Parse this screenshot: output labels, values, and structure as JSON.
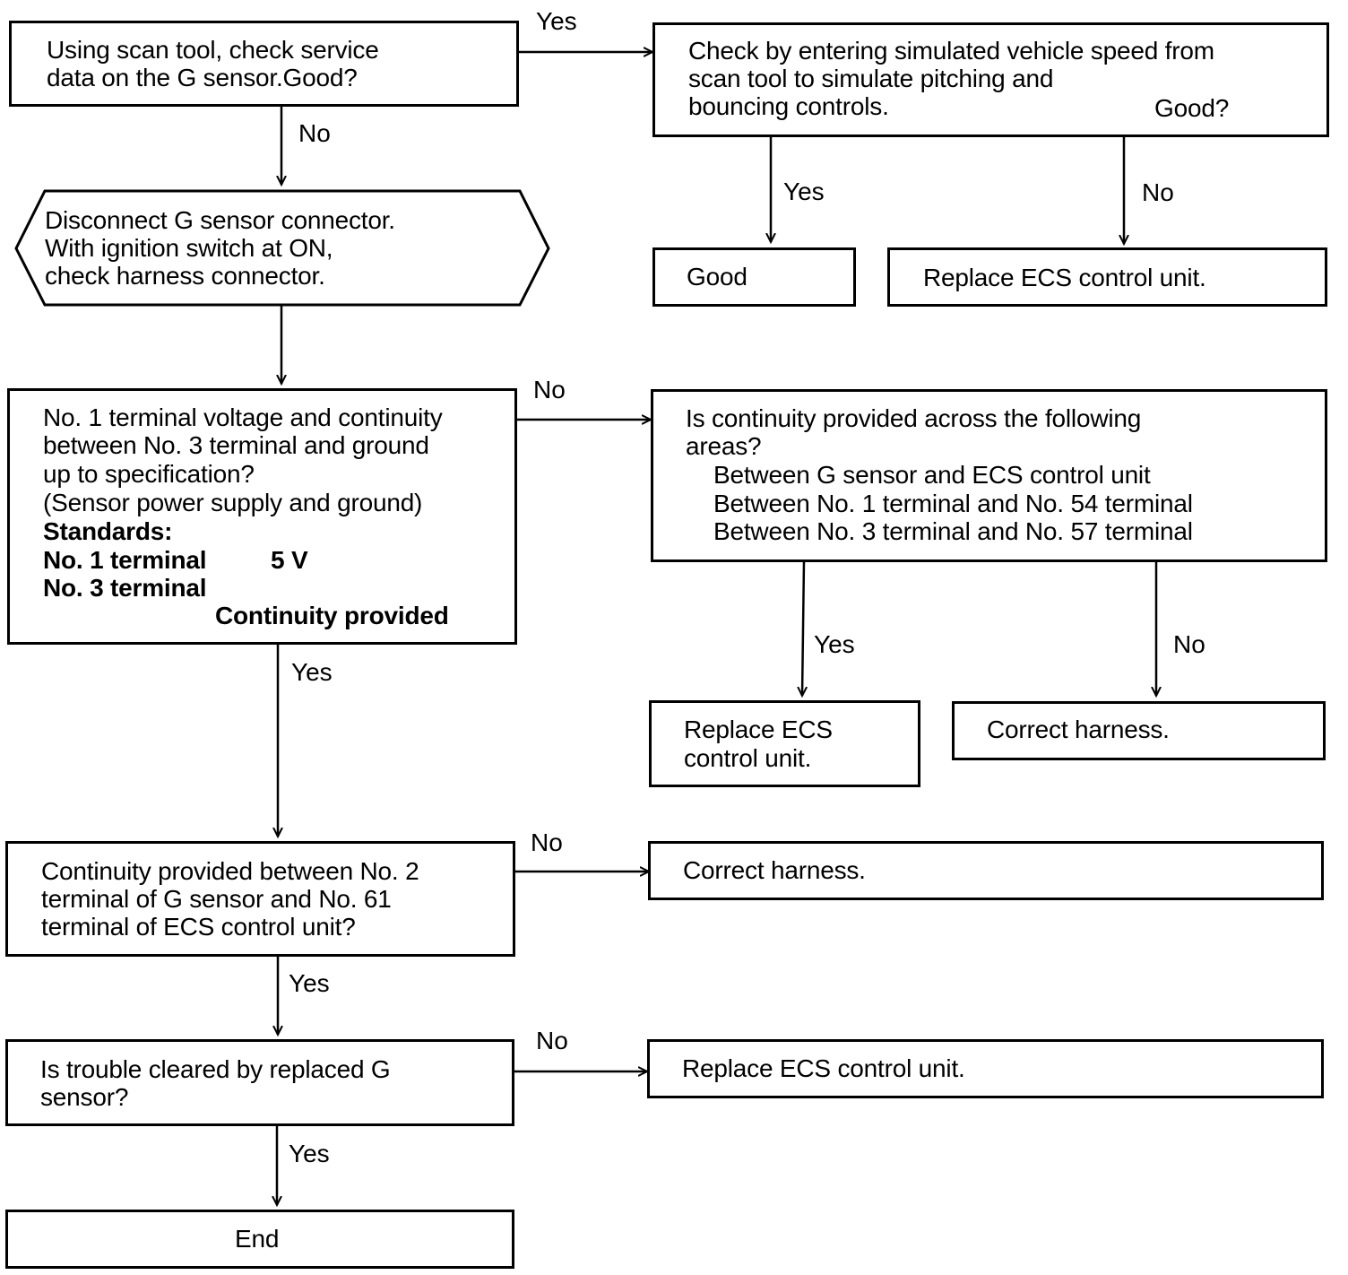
{
  "step1": {
    "line1": "Using scan tool, check service",
    "line2": "data on the G sensor.Good?"
  },
  "check_sim": {
    "line1": "Check by entering simulated vehicle speed from",
    "line2": "scan tool to simulate pitching and",
    "line3": "bouncing controls.",
    "good": "Good?"
  },
  "result_good": "Good",
  "replace_ecs_1": "Replace ECS control unit.",
  "disconnect": {
    "line1": "Disconnect G sensor connector.",
    "line2": "With ignition switch at ON,",
    "line3": "check harness connector."
  },
  "terminal_check": {
    "line1": "No. 1 terminal voltage and continuity",
    "line2": "between No. 3 terminal and ground",
    "line3": "up to specification?",
    "line4": "(Sensor power supply and ground)",
    "standards": "Standards:",
    "t1_label": "No. 1 terminal",
    "t1_value": "5 V",
    "t3_label": "No. 3 terminal",
    "t3_value": "Continuity provided"
  },
  "continuity_areas": {
    "line1": "Is continuity provided across the following",
    "line2": "areas?",
    "item1": "Between G sensor and ECS control unit",
    "item2": "Between No. 1 terminal and No. 54 terminal",
    "item3": "Between No. 3 terminal and No. 57 terminal"
  },
  "replace_ecs_2": {
    "line1": "Replace ECS",
    "line2": "control unit."
  },
  "correct_harness_1": "Correct harness.",
  "continuity_no2": {
    "line1": "Continuity provided between No. 2",
    "line2": "terminal of G sensor and No. 61",
    "line3": "terminal of ECS control unit?"
  },
  "correct_harness_2": "Correct harness.",
  "trouble_cleared": {
    "line1": "Is trouble cleared by replaced G",
    "line2": "sensor?"
  },
  "replace_ecs_3": "Replace ECS control unit.",
  "end": "End",
  "labels": {
    "yes": "Yes",
    "no": "No"
  }
}
